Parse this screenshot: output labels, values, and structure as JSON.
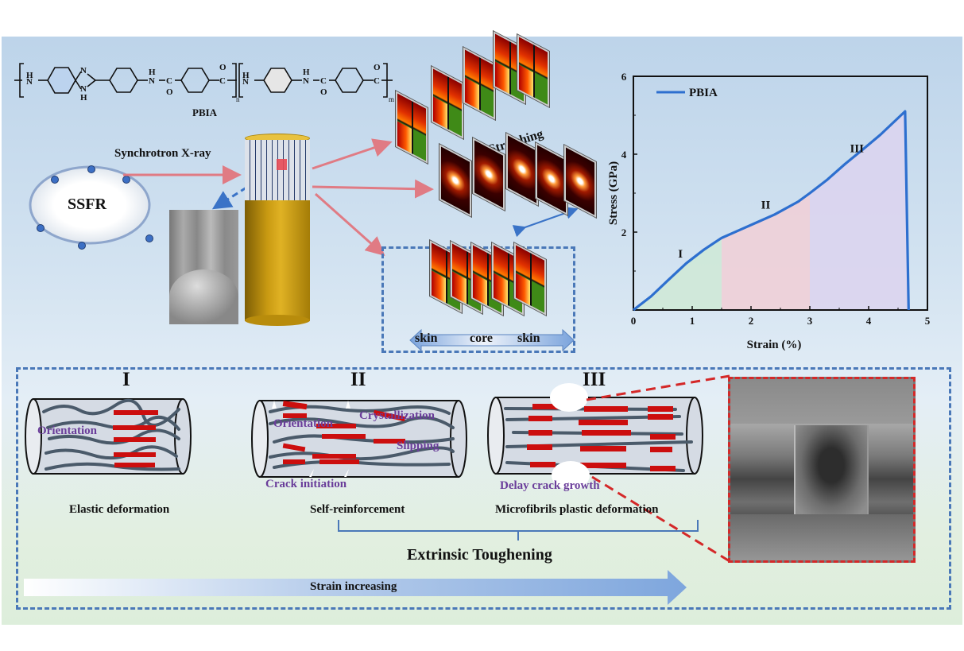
{
  "colors": {
    "accent_blue": "#3a73c7",
    "dash_blue": "#4a78b8",
    "arrow_red": "#e07b84",
    "crystal_red": "#cc0e0e",
    "chain_gray": "#4a5a6a",
    "label_purple": "#6a3d9a",
    "region_I": "#cfe9d6",
    "region_II": "#f1cfd6",
    "region_III": "#dcd3ee",
    "curve": "#2d6fcf"
  },
  "structure": {
    "polymer_name": "PBIA",
    "subscript_n": "n",
    "subscript_m": "m",
    "atoms": {
      "N": "N",
      "H": "H",
      "C": "C",
      "O": "O"
    }
  },
  "experiment": {
    "source_label": "SSFR",
    "beam_label": "Synchrotron X-ray",
    "stretching_label": "Stretching",
    "skin_left": "skin",
    "core": "core",
    "skin_right": "skin"
  },
  "chart_data": {
    "type": "line",
    "title": "",
    "xlabel": "Strain (%)",
    "ylabel": "Stress (GPa)",
    "xlim": [
      0,
      5
    ],
    "ylim": [
      0,
      6
    ],
    "xticks": [
      0,
      1,
      2,
      3,
      4,
      5
    ],
    "yticks": [
      2,
      4,
      6
    ],
    "ytick_labels": [
      "2",
      "4",
      "6"
    ],
    "xtick_labels": [
      "0",
      "1",
      "2",
      "3",
      "4",
      "5"
    ],
    "legend": {
      "entries": [
        "PBIA"
      ],
      "position": "top-left"
    },
    "grid": false,
    "series": [
      {
        "name": "PBIA",
        "x": [
          0,
          0.3,
          0.6,
          0.9,
          1.2,
          1.5,
          1.8,
          2.1,
          2.4,
          2.8,
          3.0,
          3.3,
          3.6,
          3.9,
          4.2,
          4.62,
          4.68
        ],
        "y": [
          0,
          0.35,
          0.78,
          1.2,
          1.55,
          1.85,
          2.05,
          2.25,
          2.45,
          2.78,
          3.0,
          3.35,
          3.75,
          4.12,
          4.5,
          5.1,
          0
        ]
      }
    ],
    "regions": [
      {
        "label": "I",
        "x_start": 0,
        "x_end": 1.5,
        "label_x": 0.8,
        "label_y": 1.35
      },
      {
        "label": "II",
        "x_start": 1.5,
        "x_end": 3.0,
        "label_x": 2.25,
        "label_y": 2.6
      },
      {
        "label": "III",
        "x_start": 3.0,
        "x_end": 4.65,
        "label_x": 3.8,
        "label_y": 4.05
      }
    ]
  },
  "mechanism": {
    "stages": [
      {
        "numeral": "I",
        "caption": "Elastic deformation",
        "notes": [
          "Orientation"
        ]
      },
      {
        "numeral": "II",
        "caption": "Self-reinforcement",
        "notes": [
          "Orientation",
          "Crystallization",
          "Slipping",
          "Crack initiation"
        ]
      },
      {
        "numeral": "III",
        "caption": "Microfibrils plastic deformation",
        "notes": [
          "Delay crack growth"
        ]
      }
    ],
    "brace_label": "Extrinsic Toughening",
    "strain_arrow_label": "Strain increasing"
  }
}
